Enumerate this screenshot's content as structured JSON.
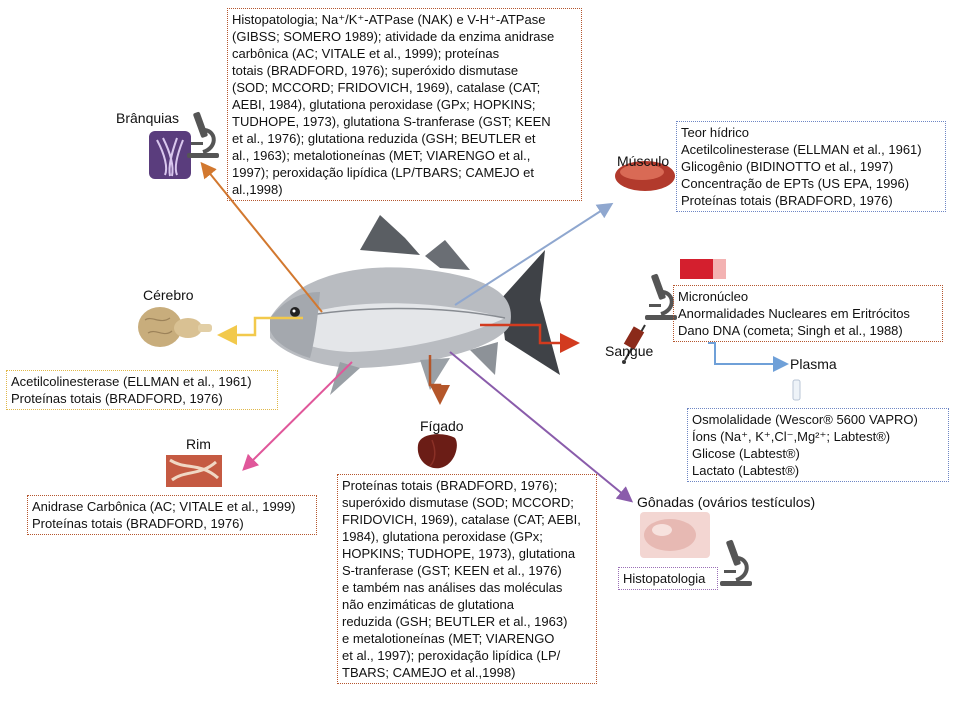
{
  "colors": {
    "orange_arrow": "#d2782f",
    "blue_arrow": "#8fa7cf",
    "yellow_arrow": "#f2c94c",
    "pink_arrow": "#e0579a",
    "purple_arrow": "#8a5cab",
    "red_arrow": "#d23b1f",
    "brown_arrow": "#b4562a",
    "light_blue_arrow": "#6fa0d8"
  },
  "organs": {
    "branquias": "Brânquias",
    "musculo": "Músculo",
    "cerebro": "Cérebro",
    "sangue": "Sangue",
    "plasma": "Plasma",
    "rim": "Rim",
    "figado": "Fígado",
    "gonadas": "Gônadas (ovários testículos)"
  },
  "boxes": {
    "branquias": [
      "Histopatologia; Na⁺/K⁺-ATPase (NAK) e V-H⁺-ATPase",
      "(GIBSS; SOMERO 1989); atividade da enzima anidrase",
      "carbônica (AC; VITALE et al., 1999); proteínas",
      "totais (BRADFORD, 1976); superóxido dismutase",
      "(SOD; MCCORD; FRIDOVICH, 1969), catalase (CAT;",
      "AEBI, 1984), glutationa peroxidase (GPx; HOPKINS;",
      "TUDHOPE, 1973), glutationa S-tranferase (GST; KEEN",
      "et al., 1976); glutationa reduzida (GSH; BEUTLER et",
      "al., 1963); metalotioneínas (MET; VIARENGO et al.,",
      "1997); peroxidação lipídica (LP/TBARS; CAMEJO et",
      "al.,1998)"
    ],
    "musculo": [
      "Teor hídrico",
      "Acetilcolinesterase (ELLMAN et al., 1961)",
      "Glicogênio (BIDINOTTO et al., 1997)",
      "Concentração de EPTs (US EPA, 1996)",
      "Proteínas totais (BRADFORD, 1976)"
    ],
    "cerebro": [
      "Acetilcolinesterase (ELLMAN et al., 1961)",
      "Proteínas totais (BRADFORD, 1976)"
    ],
    "sangue": [
      "Micronúcleo",
      "Anormalidades Nucleares em Eritrócitos",
      "Dano DNA (cometa; Singh et al., 1988)"
    ],
    "plasma": [
      "Osmolalidade (Wescor® 5600 VAPRO)",
      "Íons (Na⁺, K⁺,Cl⁻,Mg²⁺; Labtest®)",
      "Glicose (Labtest®)",
      "Lactato (Labtest®)"
    ],
    "rim": [
      "Anidrase Carbônica (AC; VITALE et al., 1999)",
      "Proteínas totais (BRADFORD, 1976)"
    ],
    "figado": [
      "Proteínas totais (BRADFORD, 1976);",
      "superóxido dismutase (SOD; MCCORD;",
      "FRIDOVICH, 1969), catalase (CAT; AEBI,",
      "1984), glutationa peroxidase (GPx;",
      "HOPKINS; TUDHOPE, 1973), glutationa",
      "S-tranferase (GST; KEEN et al., 1976)",
      "e também nas análises das moléculas",
      "não enzimáticas de glutationa",
      "reduzida (GSH; BEUTLER et al., 1963)",
      "e metalotioneínas (MET; VIARENGO",
      "et al., 1997); peroxidação lipídica (LP/",
      "TBARS; CAMEJO et al.,1998)"
    ],
    "gonadas": [
      "Histopatologia"
    ]
  },
  "icons": {
    "fish": "fish-illustration",
    "microscope": "microscope-icon",
    "gills": "gills-image",
    "muscle": "muscle-tissue-image",
    "brain": "brain-image",
    "blood_tube": "blood-tube-image",
    "syringe": "syringe-icon",
    "plasma_vial": "plasma-vial-icon",
    "kidney": "kidney-image",
    "liver": "liver-image",
    "gonads": "gonads-image"
  }
}
